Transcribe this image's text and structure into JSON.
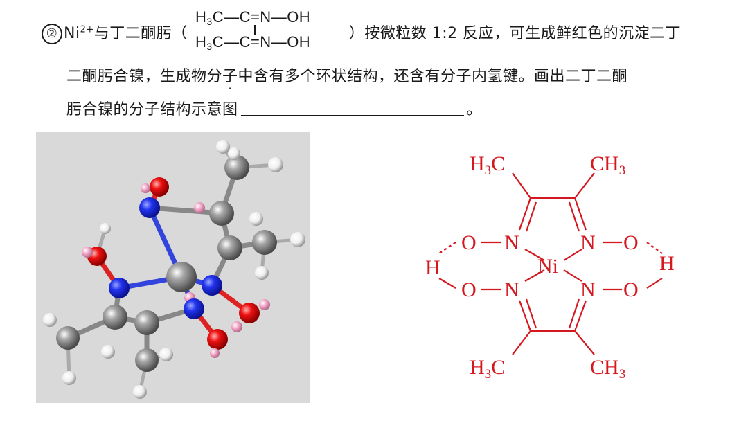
{
  "question": {
    "number": "②",
    "ion": "Ni",
    "charge": "2+",
    "reagent": "与丁二酮肟（",
    "formula": {
      "top_left": "H",
      "top_sub": "3",
      "top_rest": "C—C=N—OH",
      "bottom_left": "H",
      "bottom_sub": "3",
      "bottom_rest": "C—C=N—OH"
    },
    "line1_rest": "）按微粒数 1:2 反应，可生成鲜红色的沉淀二丁",
    "line2_a": "二酮肟合镍，生成物分",
    "line2_dot1": "子",
    "line2_b": "中含有多个环状结构，还含有分子内氢键。画出二丁二酮",
    "line3_a": "肟合镍的分子结构示意图",
    "line3_end": "。"
  },
  "model_image": {
    "description_name": "ball-and-stick-model"
  },
  "structure": {
    "color": "#d4181f",
    "labels": {
      "ch3_top_left_H": "H",
      "ch3_top_left_3": "3",
      "ch3_top_left_C": "C",
      "ch3_top_right_C": "CH",
      "ch3_top_right_3": "3",
      "n": "N",
      "o": "O",
      "h": "H",
      "ni": "Ni",
      "ch3_bot_left_H": "H",
      "ch3_bot_left_3": "3",
      "ch3_bot_left_C": "C",
      "ch3_bot_right_C": "CH",
      "ch3_bot_right_3": "3"
    }
  }
}
